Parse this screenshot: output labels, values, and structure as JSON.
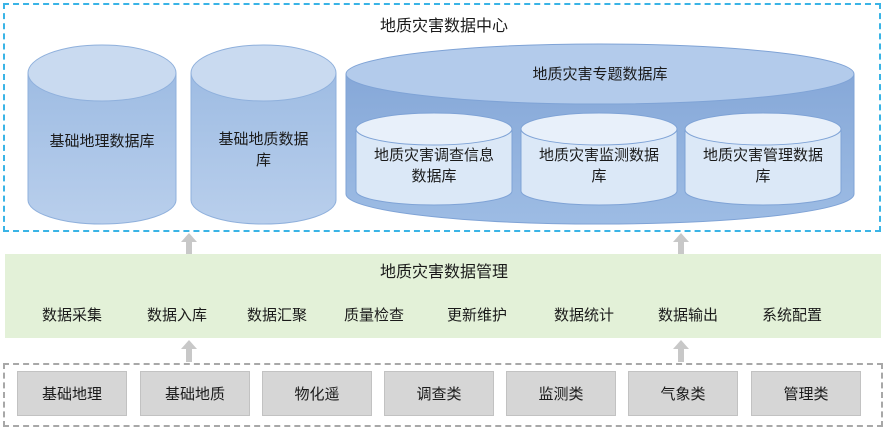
{
  "center": {
    "title": "地质灾害数据中心",
    "basic_geo_db": "基础地理数据库",
    "basic_geology_db": "基础地质数据\n库",
    "thematic": {
      "title": "地质灾害专题数据库",
      "investigation_db": "地质灾害调查信息\n数据库",
      "monitoring_db": "地质灾害监测数据\n库",
      "management_db": "地质灾害管理数据\n库"
    }
  },
  "management": {
    "title": "地质灾害数据管理",
    "functions": [
      "数据采集",
      "数据入库",
      "数据汇聚",
      "质量检查",
      "更新维护",
      "数据统计",
      "数据输出",
      "系统配置"
    ]
  },
  "sources": {
    "items": [
      "基础地理",
      "基础地质",
      "物化遥",
      "调查类",
      "监测类",
      "气象类",
      "管理类"
    ]
  },
  "colors": {
    "center_border": "#3ab4e6",
    "cylinder_fill": "#a9c4e6",
    "cylinder_top": "#c9daf0",
    "cylinder_stroke": "#8fb0dc",
    "inner_cylinder_fill": "#dbe8f7",
    "management_band": "#e3f1d8",
    "source_box": "#d6d6d6",
    "arrow": "#c8c8c8"
  }
}
